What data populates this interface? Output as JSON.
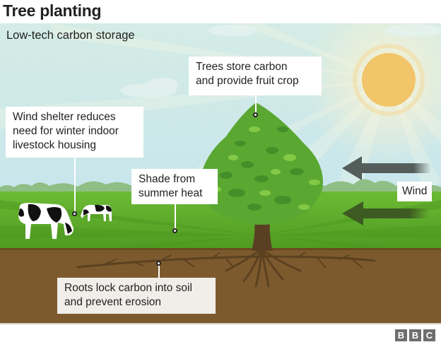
{
  "title": "Tree planting",
  "subtitle": "Low-tech carbon storage",
  "labels": {
    "tree": {
      "line1": "Trees store carbon",
      "line2": "and provide fruit crop"
    },
    "wind_shelter": {
      "line1": "Wind shelter reduces",
      "line2": "need for winter indoor",
      "line3": "livestock housing"
    },
    "shade": {
      "line1": "Shade from",
      "line2": "summer heat"
    },
    "wind": "Wind",
    "roots": {
      "line1": "Roots lock carbon into soil",
      "line2": "and prevent erosion"
    }
  },
  "logo": {
    "letters": [
      "B",
      "B",
      "C"
    ]
  },
  "colors": {
    "sky": "#cfe9e8",
    "sun": "#f2c56b",
    "grass": "#5aa82c",
    "soil": "#7d5a2e",
    "roots": "#5c4120",
    "trunk": "#5a4022",
    "arrow": "#4f5a55",
    "label_bg": "#ffffff",
    "soil_label_bg": "#f1eeea"
  }
}
